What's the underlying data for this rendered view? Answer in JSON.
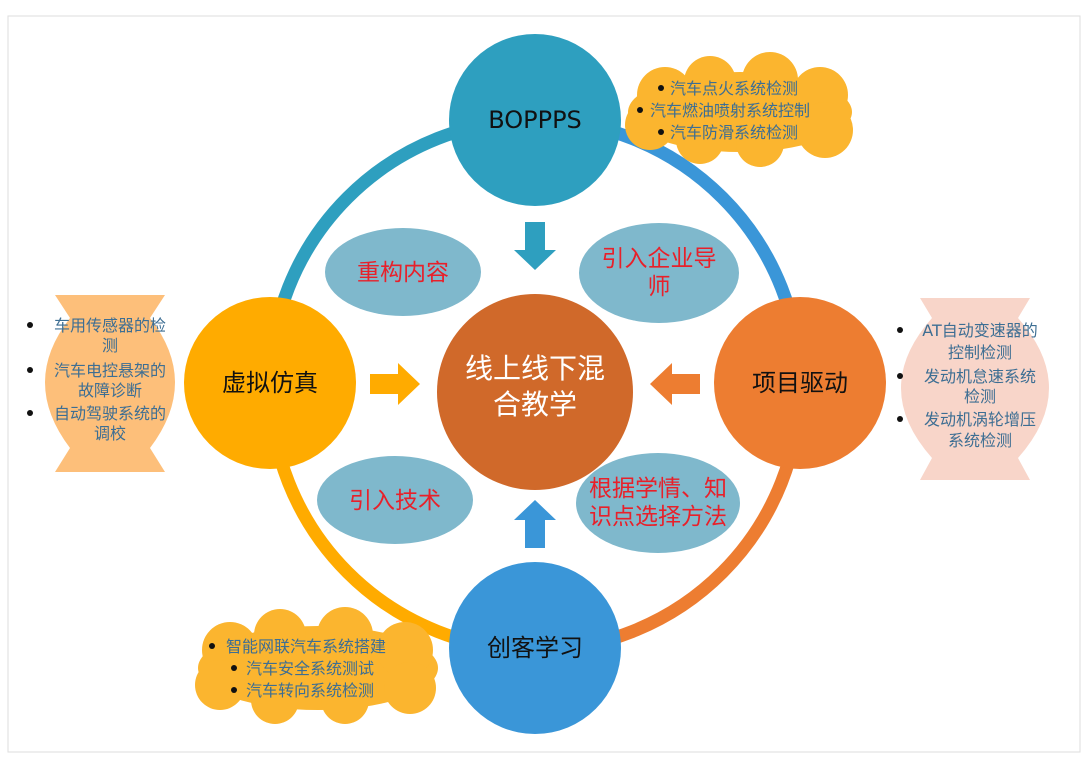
{
  "nodes": {
    "top": "BOPPPS",
    "left": "虚拟仿真",
    "right": "项目驱动",
    "bottom": "创客学习"
  },
  "center": {
    "line1": "线上线下混",
    "line2": "合教学"
  },
  "middle": {
    "top_left": "重构内容",
    "top_right_1": "引入企业导",
    "top_right_2": "师",
    "bottom_left": "引入技术",
    "bottom_right_1": "根据学情、知",
    "bottom_right_2": "识点选择方法"
  },
  "clouds": {
    "top_right": [
      "汽车点火系统检测",
      "汽车燃油喷射系统控制",
      "汽车防滑系统检测"
    ],
    "right": [
      [
        "AT自动变速器的",
        "控制检测"
      ],
      [
        "发动机怠速系统",
        "检测"
      ],
      [
        "发动机涡轮增压",
        "系统检测"
      ]
    ],
    "left": [
      [
        "车用传感器的检",
        "测"
      ],
      [
        "汽车电控悬架的",
        "故障诊断"
      ],
      [
        "自动驾驶系统的",
        "调校"
      ]
    ],
    "bottom_left": [
      "智能网联汽车系统搭建",
      "汽车安全系统测试",
      "汽车转向系统检测"
    ]
  },
  "colors": {
    "teal": "#2e9fbf",
    "blue": "#3a96d8",
    "orange": "#ed7d31",
    "amber": "#ffab00",
    "core": "#d0692a",
    "oval": "#7fb8cc"
  }
}
